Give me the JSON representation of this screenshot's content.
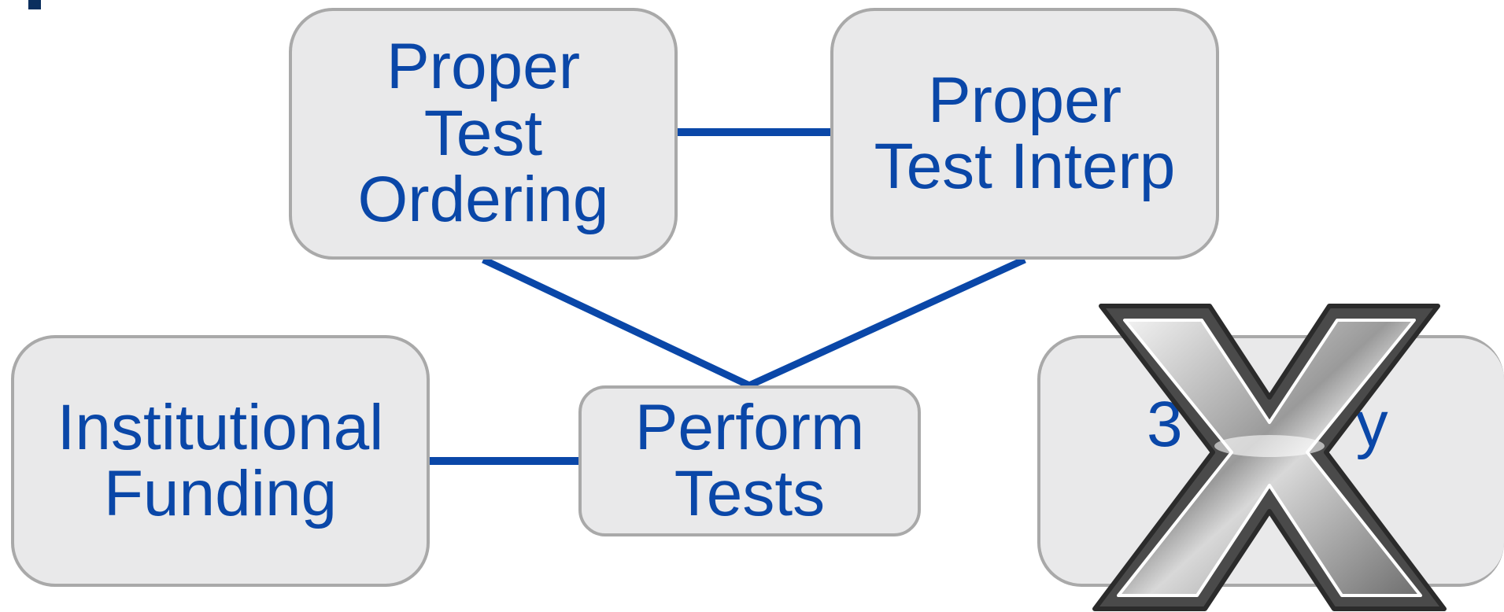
{
  "colors": {
    "text": "#0a47a8",
    "box_fill": "#e9e9ea",
    "box_border": "#a9a9a9",
    "connector": "#0a47a8"
  },
  "nodes": {
    "proper_test_ordering": {
      "lines": [
        "Proper",
        "Test",
        "Ordering"
      ]
    },
    "proper_test_interp": {
      "lines": [
        "Proper",
        "Test Interp"
      ]
    },
    "institutional_funding": {
      "lines": [
        "Institutional",
        "Funding"
      ]
    },
    "perform_tests": {
      "lines": [
        "Perform",
        "Tests"
      ]
    },
    "third_party": {
      "visible_fragments": [
        "3",
        "y"
      ]
    }
  },
  "edges": [
    {
      "from": "proper_test_ordering",
      "to": "proper_test_interp"
    },
    {
      "from": "proper_test_ordering",
      "to": "perform_tests"
    },
    {
      "from": "proper_test_interp",
      "to": "perform_tests"
    },
    {
      "from": "institutional_funding",
      "to": "perform_tests"
    }
  ],
  "overlay_icon": "x-mark-icon"
}
